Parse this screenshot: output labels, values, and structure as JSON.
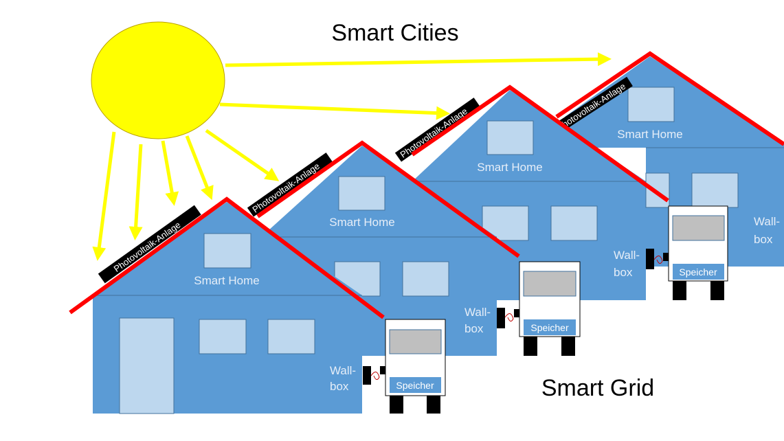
{
  "title": "Smart Cities",
  "subtitle": "Smart Grid",
  "house_label": "Smart Home",
  "pv_label": "Photovoltaik-Anlage",
  "wallbox_line1": "Wall-",
  "wallbox_line2": "box",
  "storage_label": "Speicher",
  "colors": {
    "house": "#5b9bd5",
    "window": "#bdd7ee",
    "roof": "#ff0000",
    "sun": "#ffff00",
    "arrow": "#ffff00",
    "car_window": "#bfbfbf"
  }
}
